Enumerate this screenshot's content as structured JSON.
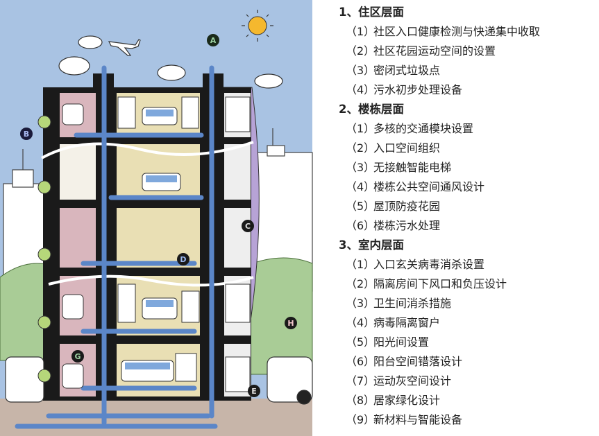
{
  "illustration": {
    "description": "Cutaway illustration of a residential building showing plumbing and drainage stacks",
    "labels": [
      "A",
      "B",
      "C",
      "D",
      "E",
      "G",
      "H"
    ],
    "colors": {
      "sky": "#a9c3e3",
      "pipe": "#5b86c8",
      "wall": "#1a1a1a",
      "bathroom": "#d9b6bd",
      "room": "#e9dfb4",
      "vegetation": "#a9cc96",
      "ground": "#c7b5a9",
      "sun": "#f5b82e",
      "purple_facade": "#b7a3d6"
    }
  },
  "outline": {
    "sections": [
      {
        "title": "1、住区层面",
        "items": [
          {
            "num": "（1）",
            "text": "社区入口健康检测与快递集中收取"
          },
          {
            "num": "（2）",
            "text": "社区花园运动空间的设置"
          },
          {
            "num": "（3）",
            "text": "密闭式垃圾点"
          },
          {
            "num": "（4）",
            "text": "污水初步处理设备"
          }
        ]
      },
      {
        "title": "2、楼栋层面",
        "items": [
          {
            "num": "（1）",
            "text": "多核的交通模块设置"
          },
          {
            "num": "（2）",
            "text": "入口空间组织"
          },
          {
            "num": "（3）",
            "text": "无接触智能电梯"
          },
          {
            "num": "（4）",
            "text": "楼栋公共空间通风设计"
          },
          {
            "num": "（5）",
            "text": "屋顶防疫花园"
          },
          {
            "num": "（6）",
            "text": "楼栋污水处理"
          }
        ]
      },
      {
        "title": "3、室内层面",
        "items": [
          {
            "num": "（1）",
            "text": "入口玄关病毒消杀设置"
          },
          {
            "num": "（2）",
            "text": "隔离房间下风口和负压设计"
          },
          {
            "num": "（3）",
            "text": "卫生间消杀措施"
          },
          {
            "num": "（4）",
            "text": "病毒隔离窗户"
          },
          {
            "num": "（5）",
            "text": "阳光间设置"
          },
          {
            "num": "（6）",
            "text": "阳台空间错落设计"
          },
          {
            "num": "（7）",
            "text": "运动灰空间设计"
          },
          {
            "num": "（8）",
            "text": "居家绿化设计"
          },
          {
            "num": "（9）",
            "text": "新材料与智能设备"
          }
        ]
      }
    ]
  }
}
